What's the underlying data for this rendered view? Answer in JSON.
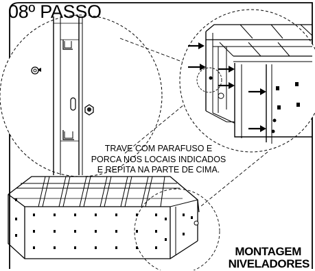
{
  "step_title": "08º PASSO",
  "instruction": {
    "line1": "TRAVE COM PARAFUSO E",
    "line2": "PORCA NOS LOCAIS INDICADOS",
    "line3": "E REPITA NA PARTE DE CIMA."
  },
  "section_label": {
    "line1": "MONTAGEM",
    "line2": "NIVELADORES"
  }
}
